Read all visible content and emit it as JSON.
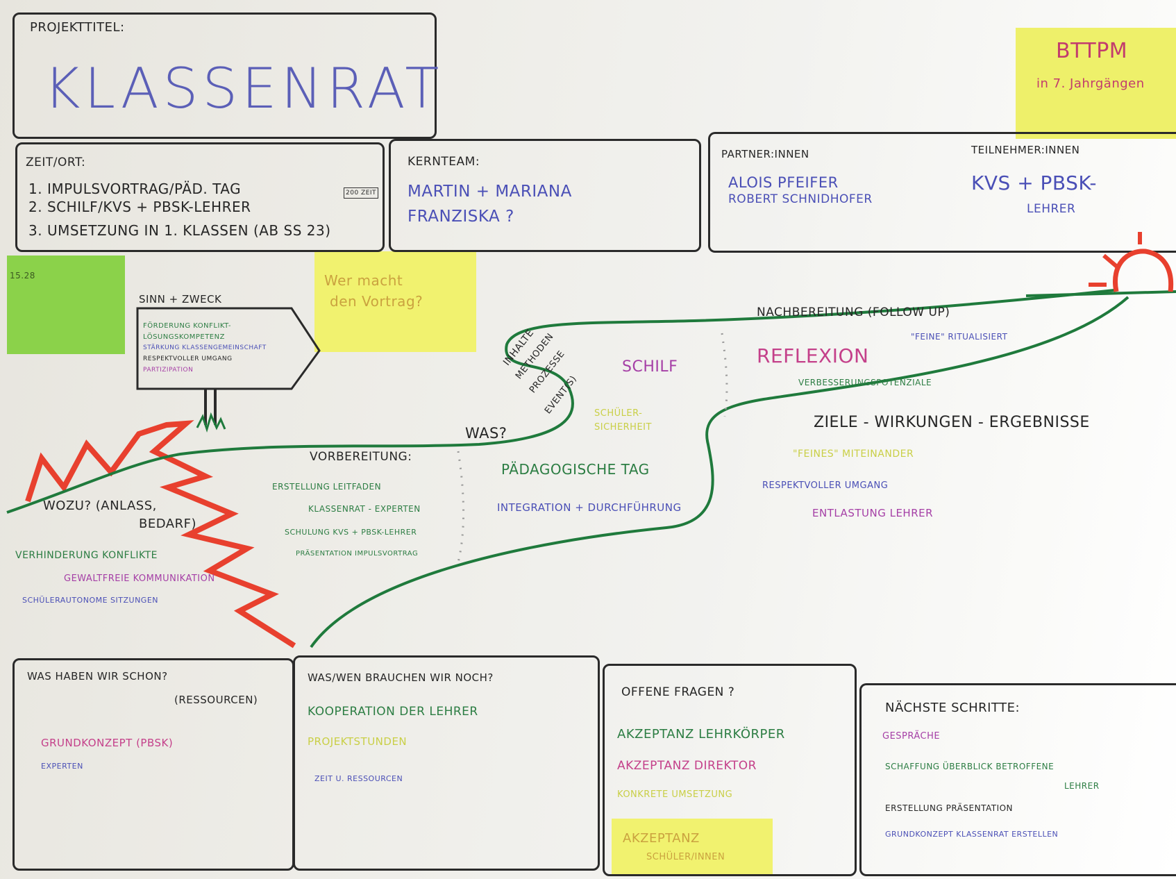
{
  "title_box": {
    "label": "PROJEKTTITEL:",
    "title": "KLASSENRAT"
  },
  "sticky_top_right": {
    "line1": "BTTPM",
    "line2": "in 7. Jahrgängen"
  },
  "zeit_ort": {
    "label": "ZEIT/ORT:",
    "items": [
      "1. IMPULSVORTRAG/PÄD. TAG",
      "2. SCHILF/KVs + PBSK-LEHRER",
      "3. UMSETZUNG IN 1. KLASSEN (AB SS 23)"
    ],
    "side_note": "200 ZEIT"
  },
  "kernteam": {
    "label": "KERNTEAM:",
    "lines": [
      "MARTIN + MARIANA",
      "FRANZISKA ?"
    ]
  },
  "partner": {
    "label": "PARTNER:INNEN",
    "lines": [
      "ALOIS PFEIFER",
      "ROBERT SCHNIDHOFER"
    ]
  },
  "teilnehmer": {
    "label": "TEILNEHMER:INNEN",
    "lines": [
      "KVs + PBSK-",
      "LEHRER"
    ]
  },
  "green_sticky": {
    "text": "15.28"
  },
  "yellow_sticky_mid": {
    "line1": "Wer macht",
    "line2": "den Vortrag?"
  },
  "sign": {
    "title": "SINN + ZWECK",
    "lines": [
      "FÖRDERUNG KONFLIKT-",
      "LÖSUNGSKOMPETENZ",
      "STÄRKUNG KLASSENGEMEINSCHAFT",
      "RESPEKTVOLLER UMGANG",
      "PARTIZIPATION"
    ]
  },
  "wozu": {
    "label": "WOZU? (ANLASS,",
    "label2": "BEDARF)",
    "lines": [
      "VERHINDERUNG KONFLIKTE",
      "GEWALTFREIE KOMMUNIKATION",
      "SCHÜLERAUTONOME SITZUNGEN"
    ]
  },
  "vorbereitung": {
    "label": "VORBEREITUNG:",
    "lines": [
      "ERSTELLUNG LEITFADEN",
      "KLASSENRAT - EXPERTEN",
      "SCHULUNG KVs + PBSK-LEHRER",
      "PRÄSENTATION IMPULSVORTRAG"
    ]
  },
  "was": {
    "label": "WAS?",
    "diag": [
      "INHALTE",
      "METHODEN",
      "PROZESSE",
      "EVENT(S)"
    ]
  },
  "middle": {
    "schilf": "SCHILF",
    "schueler": [
      "SCHÜLER-",
      "SICHERHEIT"
    ],
    "paed": "PÄDAGOGISCHE TAG",
    "integration": "INTEGRATION + DURCHFÜHRUNG"
  },
  "nachbereitung": {
    "label": "NACHBEREITUNG (FOLLOW UP)",
    "reflexion": "REFLEXION",
    "note1": "\"FEINE\" RITUALISIERT",
    "note2": "VERBESSERUNGSPOTENZIALE"
  },
  "ziele": {
    "label": "ZIELE - WIRKUNGEN - ERGEBNISSE",
    "lines": [
      "\"FEINES\" MITEINANDER",
      "RESPEKTVOLLER UMGANG",
      "ENTLASTUNG LEHRER"
    ]
  },
  "bottom": {
    "ressourcen": {
      "label": "WAS HABEN WIR SCHON?",
      "label2": "(RESSOURCEN)",
      "lines": [
        "GRUNDKONZEPT (PBSK)",
        "EXPERTEN"
      ]
    },
    "brauchen": {
      "label": "WAS/WEN BRAUCHEN WIR NOCH?",
      "lines": [
        "KOOPERATION DER LEHRER",
        "PROJEKTSTUNDEN",
        "ZEIT U. RESSOURCEN"
      ]
    },
    "fragen": {
      "label": "OFFENE FRAGEN ?",
      "lines": [
        "AKZEPTANZ LEHRKÖRPER",
        "AKZEPTANZ DIREKTOR",
        "KONKRETE UMSETZUNG"
      ]
    },
    "fragen_sticky": {
      "line1": "AKZEPTANZ",
      "line2": "SCHÜLER/INNEN"
    },
    "schritte": {
      "label": "NÄCHSTE SCHRITTE:",
      "lines": [
        "GESPRÄCHE",
        "SCHAFFUNG ÜBERBLICK BETROFFENE",
        "LEHRER",
        "ERSTELLUNG PRÄSENTATION",
        "GRUNDKONZEPT KLASSENRAT ERSTELLEN"
      ]
    }
  },
  "colors": {
    "ink": "#262626",
    "blue": "#4a4fb6",
    "green": "#2c7d43",
    "purple": "#a53fa6",
    "yellow_ink": "#c9cf46",
    "path": "#1f7a3c",
    "zigzag": "#e8402e",
    "sun": "#e8402e",
    "sticky_yellow": "#eef06a",
    "sticky_green": "#8bd24a"
  }
}
